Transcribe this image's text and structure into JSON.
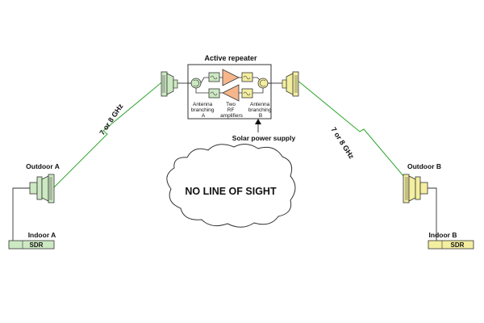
{
  "repeater": {
    "title": "Active repeater",
    "branch_a": [
      "Antenna",
      "branching",
      "A"
    ],
    "amps": [
      "Two",
      "RF",
      "amplifiers"
    ],
    "branch_b": [
      "Antenna",
      "branching",
      "B"
    ],
    "solar": "Solar power supply"
  },
  "link_a": {
    "freq": "7 or 8 GHz"
  },
  "link_b": {
    "freq": "7 or 8 GHz"
  },
  "site_a": {
    "outdoor": "Outdoor A",
    "indoor": "Indoor A",
    "sdr": "SDR"
  },
  "site_b": {
    "outdoor": "Outdoor B",
    "indoor": "Indoor B",
    "sdr": "SDR"
  },
  "obstacle": {
    "label": "NO LINE OF SIGHT"
  },
  "colors": {
    "site_a": "#cde9c3",
    "site_b": "#f4eea0",
    "amplifier": "#f6b58a",
    "link_a": "#3aa93a",
    "link_b": "#3aa93a"
  }
}
